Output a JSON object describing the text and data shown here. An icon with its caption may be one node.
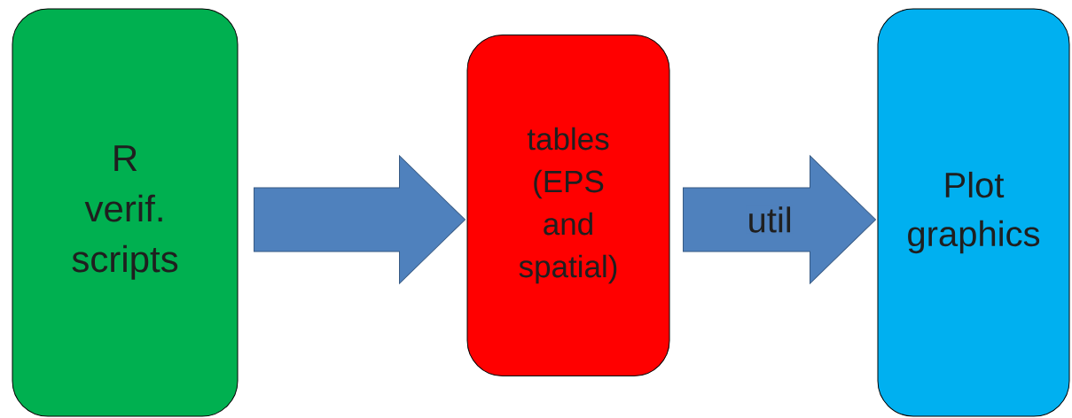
{
  "diagram": {
    "nodes": [
      {
        "text": [
          "R verif. scripts"
        ]
      },
      {
        "text": [
          "tables (EPS and spatial)"
        ]
      },
      {
        "text": [
          "Plot graphics"
        ]
      }
    ],
    "edges": [
      {
        "from": 0,
        "to": 1,
        "arrow": "to"
      },
      {
        "from": 1,
        "to": 2,
        "arrow": "to",
        "label": "util"
      }
    ]
  }
}
